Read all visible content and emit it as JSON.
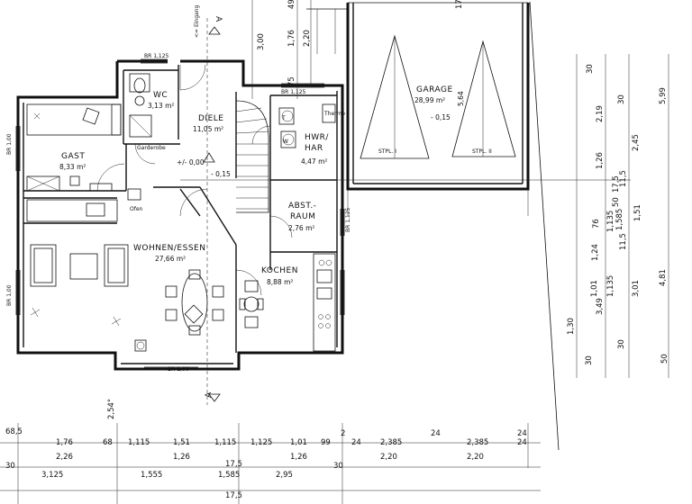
{
  "rooms": {
    "wc": {
      "name": "WC",
      "area": "3,13 m²"
    },
    "gast": {
      "name": "GAST",
      "area": "8,33 m²"
    },
    "diele": {
      "name": "DIELE",
      "area": "11,05 m²"
    },
    "hwr_line1": {
      "name": "HWR/"
    },
    "hwr": {
      "name": "HAR",
      "area": "4,47 m²"
    },
    "abst_line1": {
      "name": "ABST.-"
    },
    "abst": {
      "name": "RAUM",
      "area": "2,76 m²"
    },
    "wohnen": {
      "name": "WOHNEN/ESSEN",
      "area": "27,66 m²"
    },
    "kochen": {
      "name": "KOCHEN",
      "area": "8,88 m²"
    },
    "garage": {
      "name": "GARAGE",
      "area": "28,99 m²"
    }
  },
  "labels": {
    "eingang": "<= Eingang",
    "garderobe": "Garderobe",
    "ofen": "Ofen",
    "therme": "Therme",
    "level_diele": "+/- 0,00",
    "level_diele2": "- 0,15",
    "level_garage": "- 0,15",
    "stpl1": "STPL. I",
    "stpl2": "STPL. II",
    "section_a": "A",
    "br_top": "BR 1,125",
    "br_hwr": "BR 1,125",
    "br_left1": "BR 1,00",
    "br_left2": "BR 1,00",
    "br_bottom": "BR 1,00",
    "br_right": "BR 1,125",
    "angle": "2,54°",
    "garage_h": "5,64"
  },
  "dims_top": [
    "3,00",
    "1,76",
    "2,20",
    "75",
    "17",
    "49"
  ],
  "dims_right": [
    {
      "t": "30"
    },
    {
      "t": "2,19"
    },
    {
      "t": "30"
    },
    {
      "t": "5,99"
    },
    {
      "t": "2,45"
    },
    {
      "t": "1,26"
    },
    {
      "t": "17,5"
    },
    {
      "t": "11,5"
    },
    {
      "t": "50"
    },
    {
      "t": "76"
    },
    {
      "t": "1,135"
    },
    {
      "t": "1,585"
    },
    {
      "t": "1,51"
    },
    {
      "t": "1,24"
    },
    {
      "t": "11,5"
    },
    {
      "t": "1,01"
    },
    {
      "t": "1,135"
    },
    {
      "t": "3,49"
    },
    {
      "t": "3,01"
    },
    {
      "t": "4,81"
    },
    {
      "t": "1,30"
    },
    {
      "t": "30"
    },
    {
      "t": "30"
    },
    {
      "t": "50"
    }
  ],
  "dims_bottom_row1": [
    "68,5",
    "1,76",
    "68",
    "1,115",
    "1,51",
    "1,115",
    "1,125",
    "1,01",
    "99",
    "24",
    "2,385",
    "24",
    "2,385",
    "24",
    "24",
    "2"
  ],
  "dims_bottom_row2": [
    "2,26",
    "1,26",
    "1,26",
    "2,20",
    "2,20"
  ],
  "dims_bottom_row3": [
    "3,125",
    "1,555",
    "1,585",
    "2,95",
    "30",
    "30",
    "17,5"
  ],
  "dims_bottom_row4": [
    "17,5"
  ]
}
